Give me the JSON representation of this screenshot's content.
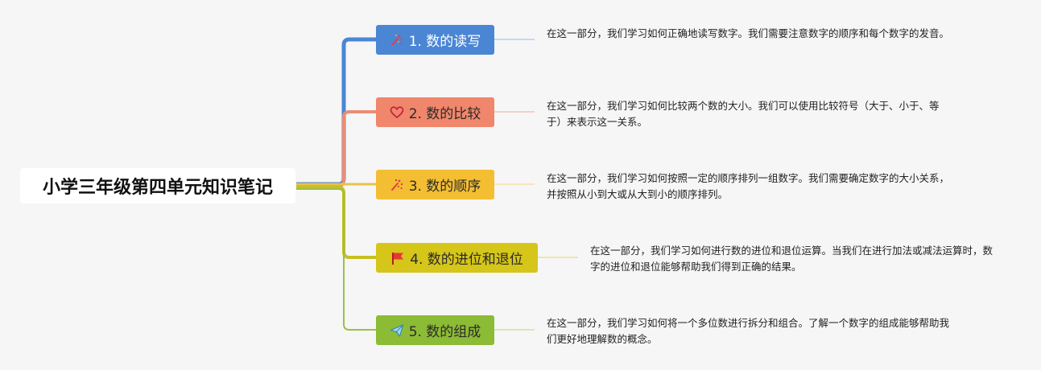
{
  "title": "小学三年级第四单元知识笔记",
  "branches": [
    {
      "label": "1. 数的读写",
      "icon": "fireworks-icon",
      "color": "#4a86d4",
      "note": "在这一部分，我们学习如何正确地读写数字。我们需要注意数字的顺序和每个数字的发音。"
    },
    {
      "label": "2. 数的比较",
      "icon": "heart-icon",
      "color": "#f0866b",
      "note": "在这一部分，我们学习如何比较两个数的大小。我们可以使用比较符号（大于、小于、等于）来表示这一关系。"
    },
    {
      "label": "3. 数的顺序",
      "icon": "fireworks-icon",
      "color": "#f3be32",
      "note": "在这一部分，我们学习如何按照一定的顺序排列一组数字。我们需要确定数字的大小关系，并按照从小到大或从大到小的顺序排列。"
    },
    {
      "label": "4. 数的进位和退位",
      "icon": "flag-icon",
      "color": "#d5c619",
      "note": "在这一部分，我们学习如何进行数的进位和退位运算。当我们在进行加法或减法运算时，数字的进位和退位能够帮助我们得到正确的结果。"
    },
    {
      "label": "5. 数的组成",
      "icon": "paper-plane-icon",
      "color": "#8cbb35",
      "note": "在这一部分，我们学习如何将一个多位数进行拆分和组合。了解一个数字的组成能够帮助我们更好地理解数的概念。"
    }
  ]
}
